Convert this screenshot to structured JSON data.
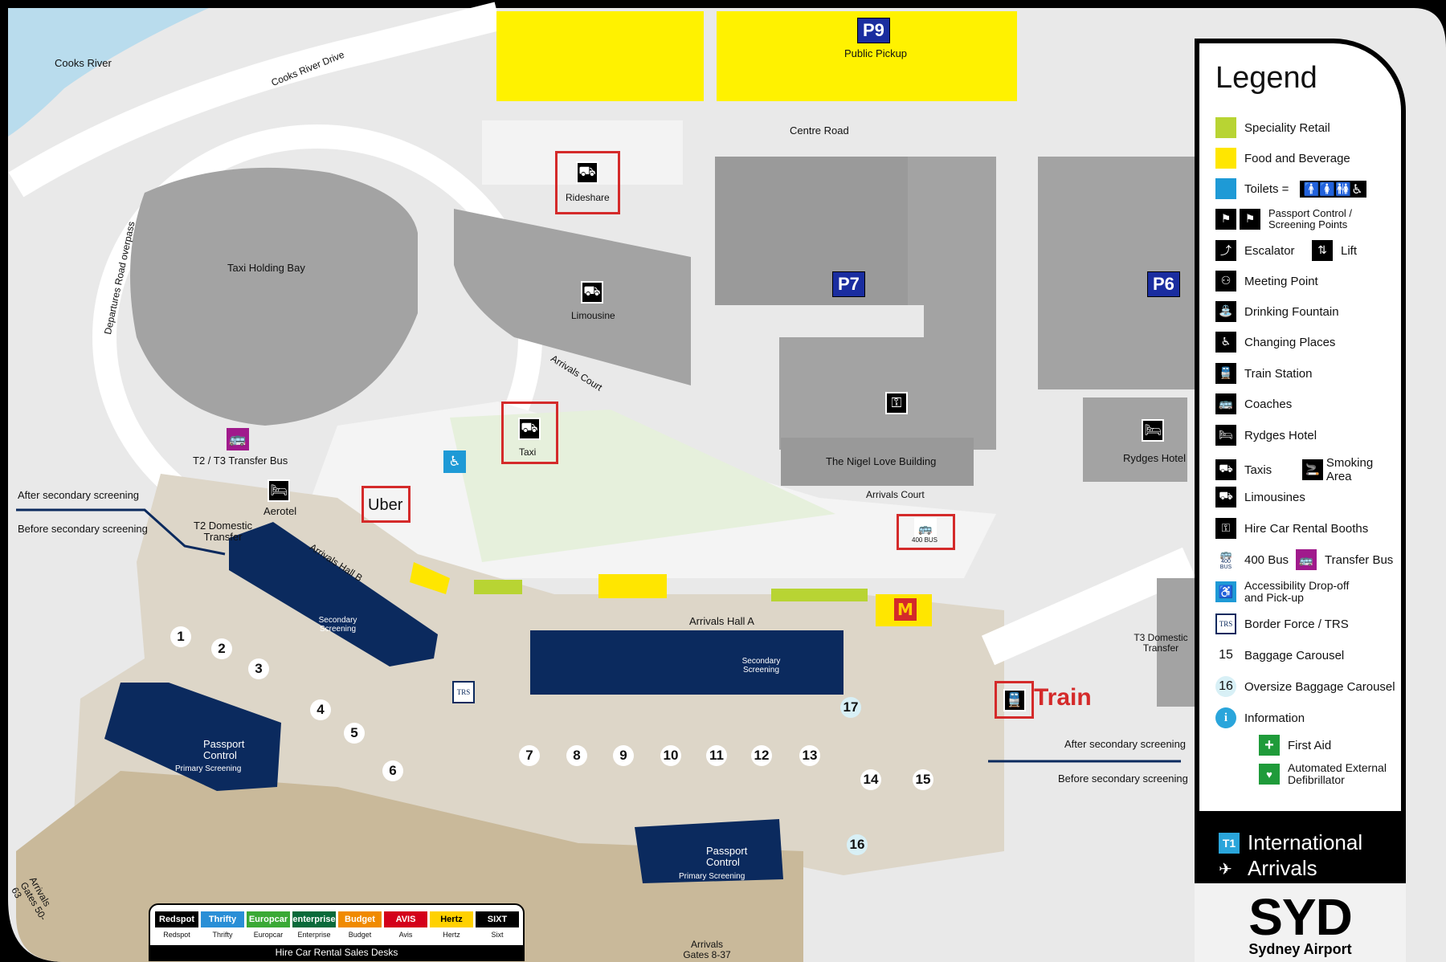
{
  "labels": {
    "cooks_river": "Cooks River",
    "cooks_river_drive": "Cooks River Drive",
    "departures_overpass": "Departures Road overpass",
    "taxi_holding_bay": "Taxi Holding Bay",
    "public_pickup": "Public Pickup",
    "centre_road": "Centre Road",
    "rideshare": "Rideshare",
    "limousine": "Limousine",
    "arrivals_court_upper": "Arrivals Court",
    "arrivals_court_lower": "Arrivals Court",
    "taxi": "Taxi",
    "uber": "Uber",
    "bus400": "400 BUS",
    "nigel_love": "The Nigel Love Building",
    "rydges_hotel": "Rydges Hotel",
    "t2t3_transfer_bus": "T2 / T3 Transfer Bus",
    "aerotel": "Aerotel",
    "t2_domestic_transfer": "T2 Domestic Transfer",
    "after_secondary_left": "After secondary screening",
    "before_secondary_left": "Before secondary screening",
    "after_secondary_right": "After secondary screening",
    "before_secondary_right": "Before secondary screening",
    "arrivals_hall_b": "Arrivals Hall B",
    "arrivals_hall_a": "Arrivals Hall A",
    "secondary_screening_b": "Secondary Screening",
    "secondary_screening_a": "Secondary Screening",
    "passport_control_left": "Passport Control",
    "primary_screening_left": "Primary Screening",
    "passport_control_mid": "Passport Control",
    "primary_screening_mid": "Primary Screening",
    "t3_domestic_transfer": "T3 Domestic Transfer",
    "train": "Train",
    "arrivals_gates_50_63": "Arrivals Gates 50-63",
    "arrivals_gates_8_37": "Arrivals Gates 8-37",
    "trs": "TRS"
  },
  "parking": {
    "p9": "P9",
    "p7": "P7",
    "p6": "P6"
  },
  "carousels": [
    "1",
    "2",
    "3",
    "4",
    "5",
    "6",
    "7",
    "8",
    "9",
    "10",
    "11",
    "12",
    "13",
    "14",
    "15"
  ],
  "oversize_carousels": [
    "16",
    "17"
  ],
  "legend": {
    "title": "Legend",
    "speciality_retail": "Speciality Retail",
    "food_beverage": "Food and Beverage",
    "toilets": "Toilets =",
    "passport_control": "Passport Control / Screening Points",
    "escalator": "Escalator",
    "lift": "Lift",
    "meeting_point": "Meeting Point",
    "drinking_fountain": "Drinking Fountain",
    "changing_places": "Changing Places",
    "train_station": "Train Station",
    "coaches": "Coaches",
    "rydges_hotel": "Rydges Hotel",
    "taxis": "Taxis",
    "smoking_area": "Smoking Area",
    "limousines": "Limousines",
    "hire_car": "Hire Car Rental Booths",
    "bus400": "400 Bus",
    "bus400_icon_text": "400 BUS",
    "transfer_bus": "Transfer Bus",
    "accessibility": "Accessibility Drop-off and Pick-up",
    "border_force": "Border Force / TRS",
    "trs_icon_text": "TRS",
    "baggage_carousel_num": "15",
    "baggage_carousel": "Baggage Carousel",
    "oversize_num": "16",
    "oversize_carousel": "Oversize Baggage Carousel",
    "information": "Information",
    "first_aid": "First Aid",
    "aed": "Automated External Defibrillator"
  },
  "brand": {
    "t1": "T1",
    "international": "International",
    "arrivals": "Arrivals",
    "syd": "SYD",
    "sydney_airport": "Sydney Airport"
  },
  "hire_cars": {
    "title": "Hire Car Rental Sales Desks",
    "companies": [
      {
        "logo": "Redspot",
        "name": "Redspot",
        "color": "#000000"
      },
      {
        "logo": "Thrifty",
        "name": "Thrifty",
        "color": "#2a8fd6"
      },
      {
        "logo": "Europcar",
        "name": "Europcar",
        "color": "#3aa935"
      },
      {
        "logo": "enterprise",
        "name": "Enterprise",
        "color": "#0a6a3a"
      },
      {
        "logo": "Budget",
        "name": "Budget",
        "color": "#f08a00"
      },
      {
        "logo": "AVIS",
        "name": "Avis",
        "color": "#d4001a"
      },
      {
        "logo": "Hertz",
        "name": "Hertz",
        "color": "#ffd100"
      },
      {
        "logo": "SIXT",
        "name": "Sixt",
        "color": "#000000"
      }
    ]
  },
  "colors": {
    "navy": "#0b2a5e",
    "retail_green": "#b8d433",
    "food_yellow": "#ffe600",
    "toilet_blue": "#1e9ad6",
    "building_grey": "#9a9a9a",
    "road_white": "#ffffff",
    "terminal_beige": "#ddd6c8",
    "highlight_red": "#d42a2a"
  }
}
